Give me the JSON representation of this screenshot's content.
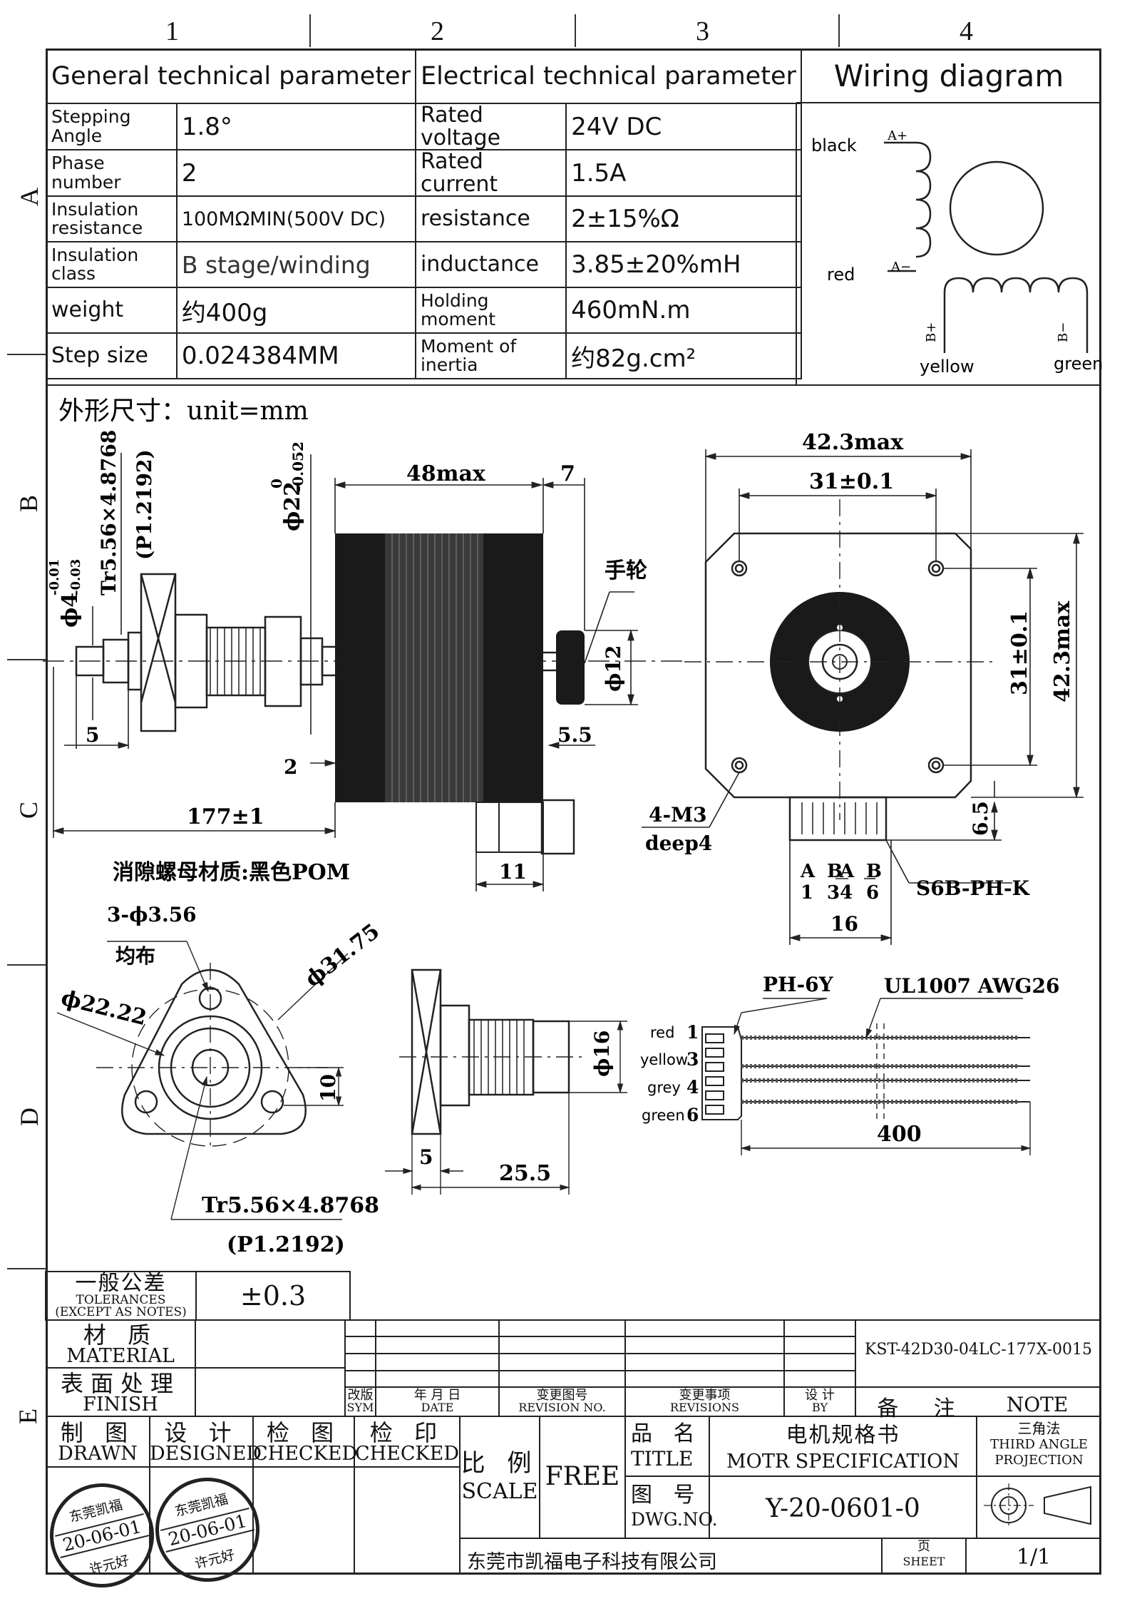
{
  "columns": [
    "1",
    "2",
    "3",
    "4"
  ],
  "rows": [
    "A",
    "B",
    "C",
    "D",
    "E"
  ],
  "general": {
    "title": "General technical parameter",
    "items": [
      {
        "label": "Stepping Angle",
        "value": "1.8°"
      },
      {
        "label": "Phase number",
        "value": "2"
      },
      {
        "label": "Insulation resistance",
        "value": "100MΩMIN(500V DC)"
      },
      {
        "label": "Insulation class",
        "value": "B stage/winding"
      },
      {
        "label": "weight",
        "value": "约400g"
      },
      {
        "label": "Step size",
        "value": "0.024384MM"
      }
    ]
  },
  "electrical": {
    "title": "Electrical technical parameter",
    "items": [
      {
        "label": "Rated voltage",
        "value": "24V DC"
      },
      {
        "label": "Rated current",
        "value": "1.5A"
      },
      {
        "label": "resistance",
        "value": "2±15%Ω"
      },
      {
        "label": "inductance",
        "value": "3.85±20%mH"
      },
      {
        "label": "Holding moment",
        "value": "460mN.m"
      },
      {
        "label": "Moment of inertia",
        "value": "约82g.cm²"
      }
    ]
  },
  "wiring": {
    "title": "Wiring diagram",
    "black": "black",
    "red": "red",
    "yellow": "yellow",
    "green": "green",
    "a_plus": "A+",
    "a_minus": "A−",
    "b_plus": "B+",
    "b_minus": "B−"
  },
  "drawing": {
    "outline_title": "外形尺寸：unit=mm",
    "dim_42_3max_top": "42.3max",
    "dim_31_top": "31±0.1",
    "dim_31_side": "31±0.1",
    "dim_42_3max_side": "42.3max",
    "dim_48max": "48max",
    "dim_7": "7",
    "dim_phi22": "ϕ22",
    "dim_phi22_upper": "0",
    "dim_phi22_lower": "-0.052",
    "dim_phi4": "ϕ4",
    "dim_phi4_upper": "-0.01",
    "dim_phi4_lower": "-0.03",
    "thread_spec": "Tr5.56×4.8768",
    "thread_pitch": "(P1.2192)",
    "handwheel": "手轮",
    "dim_phi12": "ϕ12",
    "dim_5": "5",
    "dim_5_5": "5.5",
    "dim_2": "2",
    "dim_177": "177±1",
    "dim_11": "11",
    "nut_material": "消隙螺母材质:黑色POM",
    "m3": "4-M3",
    "deep4": "deep4",
    "dim_6_5": "6.5",
    "connector": "S6B-PH-K",
    "pin_a": "A",
    "pin_b": "B",
    "pin_abar": "A",
    "pin_bbar": "B",
    "pin_1": "1",
    "pin_34": "34",
    "pin_6": "6",
    "dim_16": "16",
    "holes": "3-ϕ3.56",
    "even": "均布",
    "dim_phi31_75": "ϕ31.75",
    "dim_phi22_22": "ϕ22.22",
    "dim_10": "10",
    "nut_thread": "Tr5.56×4.8768",
    "nut_pitch": "(P1.2192)",
    "dim_phi16": "ϕ16",
    "dim_5b": "5",
    "dim_25_5": "25.5",
    "ph6y": "PH-6Y",
    "ul1007": "UL1007 AWG26",
    "wire_red": "red",
    "wire_yellow": "yellow",
    "wire_grey": "grey",
    "wire_green": "green",
    "wire_1": "1",
    "wire_3": "3",
    "wire_4": "4",
    "wire_6": "6",
    "dim_400": "400"
  },
  "tolerances": {
    "cn": "一般公差",
    "en1": "TOLERANCES",
    "en2": "(EXCEPT AS NOTES)",
    "value": "±0.3"
  },
  "title_block": {
    "material_cn": "材 质",
    "material_en": "MATERIAL",
    "finish_cn": "表面处理",
    "finish_en": "FINISH",
    "rev_sym_cn": "改版",
    "rev_sym_en": "SYM",
    "date_cn": "年 月 日",
    "date_en": "DATE",
    "rev_no_cn": "变更图号",
    "rev_no_en": "REVISION NO.",
    "revisions_cn": "变更事项",
    "revisions_en": "REVISIONS",
    "by_cn": "设 计",
    "by_en": "BY",
    "note_cn": "备 注",
    "note_en": "NOTE",
    "part_no": "KST-42D30-04LC-177X-0015",
    "drawn_cn": "制 图",
    "drawn_en": "DRAWN",
    "designed_cn": "设 计",
    "designed_en": "DESIGNED",
    "checked1_cn": "检 图",
    "checked1_en": "CHECKED",
    "checked2_cn": "检 印",
    "checked2_en": "CHECKED",
    "scale_cn": "比 例",
    "scale_en": "SCALE",
    "scale_value": "FREE",
    "title_cn": "品 名",
    "title_en": "TITLE",
    "title_value_cn": "电机规格书",
    "title_value_en": "MOTR SPECIFICATION",
    "dwg_cn": "图 号",
    "dwg_en": "DWG.NO.",
    "dwg_value": "Y-20-0601-0",
    "projection_cn": "三角法",
    "projection_en1": "THIRD ANGLE",
    "projection_en2": "PROJECTION",
    "company": "东莞市凯福电子科技有限公司",
    "sheet_cn": "页",
    "sheet_en": "SHEET",
    "sheet_value": "1/1",
    "stamp1_top": "东莞凯福",
    "stamp1_date": "20-06-01",
    "stamp1_name": "许元好",
    "stamp2_top": "东莞凯福",
    "stamp2_date": "20-06-01",
    "stamp2_name": "许元好"
  }
}
